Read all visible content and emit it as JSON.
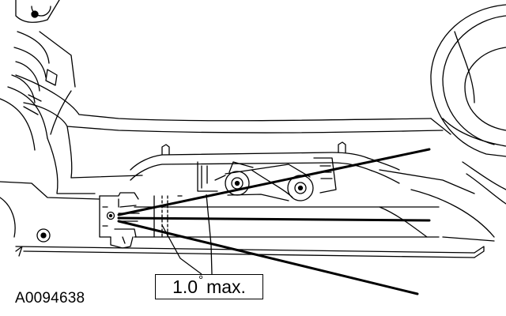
{
  "callout": {
    "value": "1.0",
    "degree": "°",
    "suffix": "max."
  },
  "figure_id": "A0094638",
  "colors": {
    "ink": "#000000",
    "background": "#ffffff"
  }
}
